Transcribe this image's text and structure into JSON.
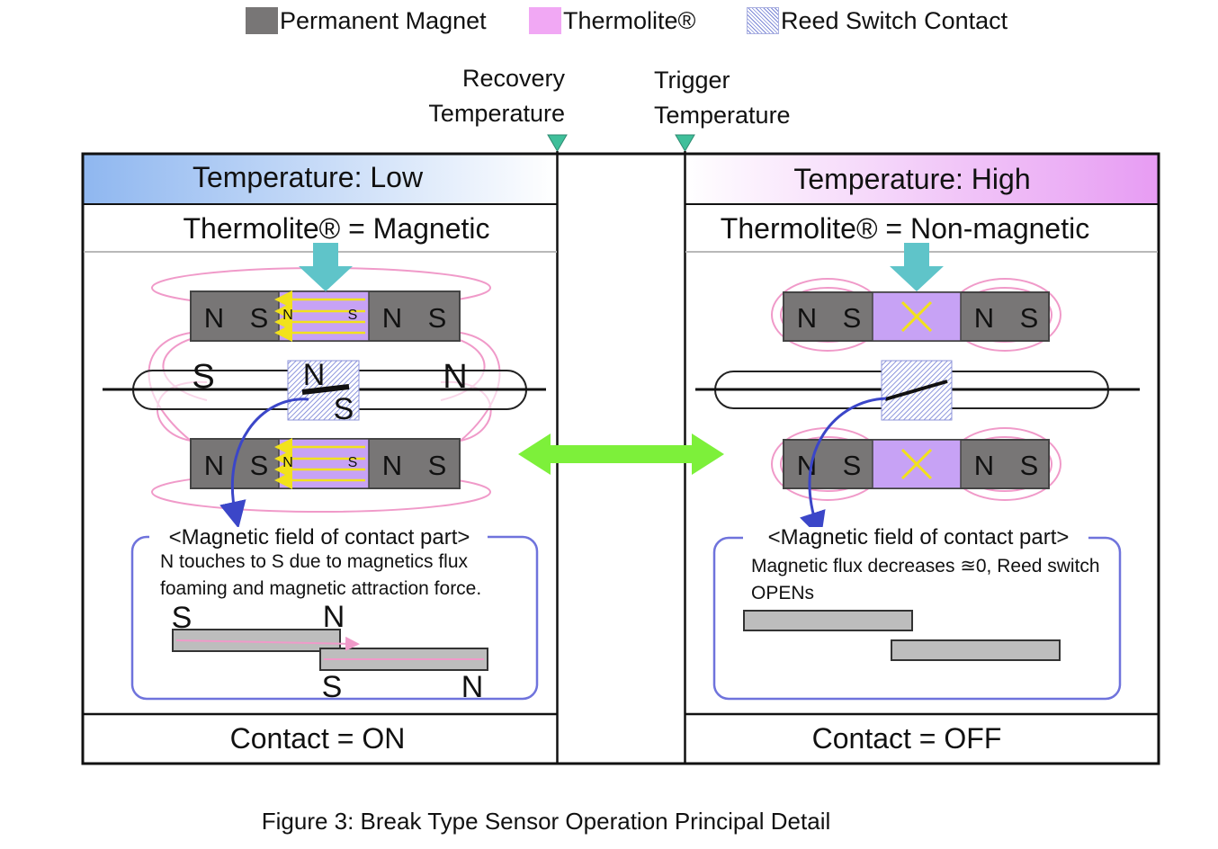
{
  "legend": {
    "permanent_magnet": "Permanent Magnet",
    "thermolite": "Thermolite®",
    "reed_switch_contact": "Reed Switch Contact"
  },
  "markers": {
    "recovery_line1": "Recovery",
    "recovery_line2": "Temperature",
    "trigger_line1": "Trigger",
    "trigger_line2": "Temperature"
  },
  "low": {
    "header": "Temperature: Low",
    "state": "Thermolite® = Magnetic",
    "magnet_pole_n": "N",
    "magnet_pole_s": "S",
    "reed_left_pole": "S",
    "reed_center_pole_n": "N",
    "reed_center_pole_s": "S",
    "reed_right_pole": "N",
    "box_title": "<Magnetic field of contact part>",
    "box_line1": "N touches to S due to magnetics flux",
    "box_line2": "foaming and magnetic attraction force.",
    "contact_upper_left": "S",
    "contact_upper_right": "N",
    "contact_lower_left": "S",
    "contact_lower_right": "N",
    "result": "Contact = ON"
  },
  "high": {
    "header": "Temperature: High",
    "state": "Thermolite® = Non-magnetic",
    "magnet_pole_n": "N",
    "magnet_pole_s": "S",
    "box_title": "<Magnetic field of contact part>",
    "box_line1": "Magnetic flux decreases ≊0, Reed switch",
    "box_line2": "OPENs",
    "result": "Contact = OFF"
  },
  "caption": "Figure 3: Break Type Sensor Operation Principal Detail",
  "colors": {
    "magnet": "#787676",
    "thermolite": "#c7a2f5",
    "flux": "#f09ac9",
    "pole_label": "#ee6fe6",
    "field_arrow": "#3b46c8",
    "pressure_arrow": "#5fc4c9",
    "transition_arrow": "#7df03a",
    "box_border": "#6f73dc",
    "low_gradient": "#8fb7f0",
    "high_gradient": "#e79cf3",
    "marker": "#3fbf9a"
  }
}
